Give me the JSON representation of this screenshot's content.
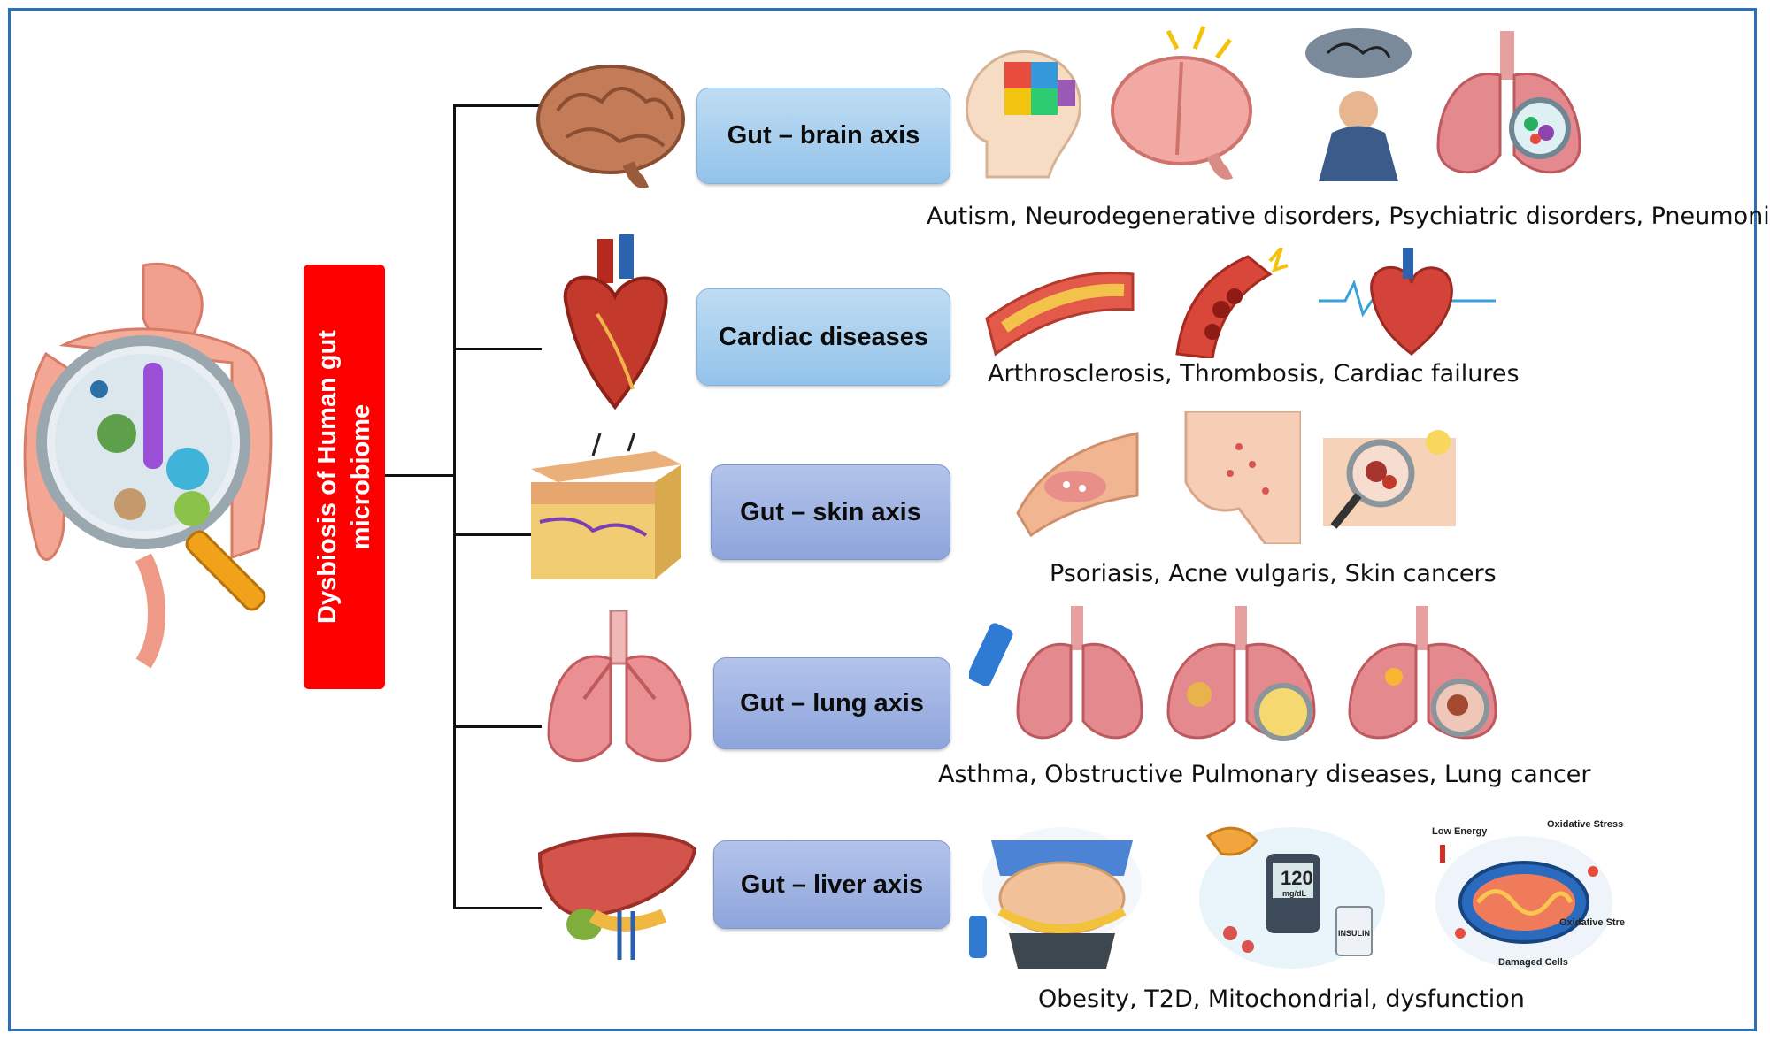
{
  "root": {
    "label": "Dysbiosis of Human gut microbiome"
  },
  "axes": [
    {
      "label": "Gut – brain axis",
      "diseases": "Autism, Neurodegenerative disorders, Psychiatric disorders, Pneumonia"
    },
    {
      "label": "Cardiac diseases",
      "diseases": "Arthrosclerosis, Thrombosis, Cardiac failures"
    },
    {
      "label": "Gut – skin axis",
      "diseases": "Psoriasis, Acne vulgaris, Skin cancers"
    },
    {
      "label": "Gut – lung axis",
      "diseases": "Asthma, Obstructive Pulmonary diseases, Lung cancer"
    },
    {
      "label": "Gut – liver axis",
      "diseases": "Obesity, T2D, Mitochondrial, dysfunction"
    }
  ],
  "illustration_labels": {
    "glucose_reading": "120",
    "glucose_unit": "mg/dL",
    "insulin": "INSULIN",
    "low_energy": "Low Energy",
    "oxidative_stress": "Oxidative Stress",
    "oxidative_stress_2": "Oxidative Stre",
    "damaged_cells": "Damaged Cells"
  },
  "colors": {
    "frame": "#2e6fb7",
    "root_box": "#ff0000",
    "axis_box_light": "#a7cdef",
    "axis_box_periwinkle": "#9fb2e3"
  }
}
